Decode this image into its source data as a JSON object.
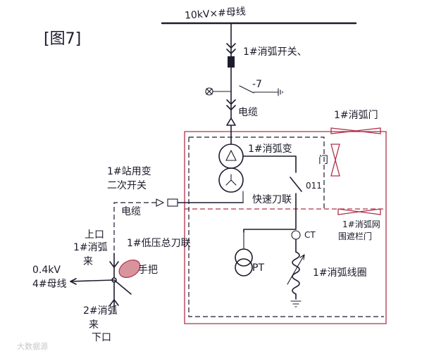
{
  "figure": {
    "title": "[图7]",
    "busbar_10kv": "10kV×#母线",
    "arc_switch_1": "1#消弧开关、",
    "switch_suffix": "-7",
    "cable_top": "电缆",
    "arc_transformer": "1#消弧变",
    "gate_label": "门",
    "door_label": "1#消弧门",
    "transformer_secondary_switch_1": "1#站用变",
    "transformer_secondary_switch_2": "二次开关",
    "cable_left": "电缆",
    "fast_disconnect": "快速刀联",
    "disconnect_code": "011",
    "fence_label_1": "1#消弧网",
    "fence_label_2": "围遮栏门",
    "ct_label": "CT",
    "pt_label": "PT",
    "arc_coil": "1#消弧线圈",
    "upper_switch_1": "上口",
    "upper_switch_2": "1#消弧",
    "upper_switch_3": "来",
    "low_voltage_link": "1#低压总刀联",
    "handle": "手把",
    "bus_04kv_1": "0.4kV",
    "bus_04kv_2": "4#母线",
    "lower_switch_1": "2#消弧",
    "lower_switch_2": "来",
    "lower_switch_3": "下口",
    "watermark": "大数据源"
  },
  "colors": {
    "ink": "#1c1c2e",
    "fence_red": "#b0304a",
    "handle_red": "#d8949c",
    "watermark": "#c8c8c8"
  }
}
